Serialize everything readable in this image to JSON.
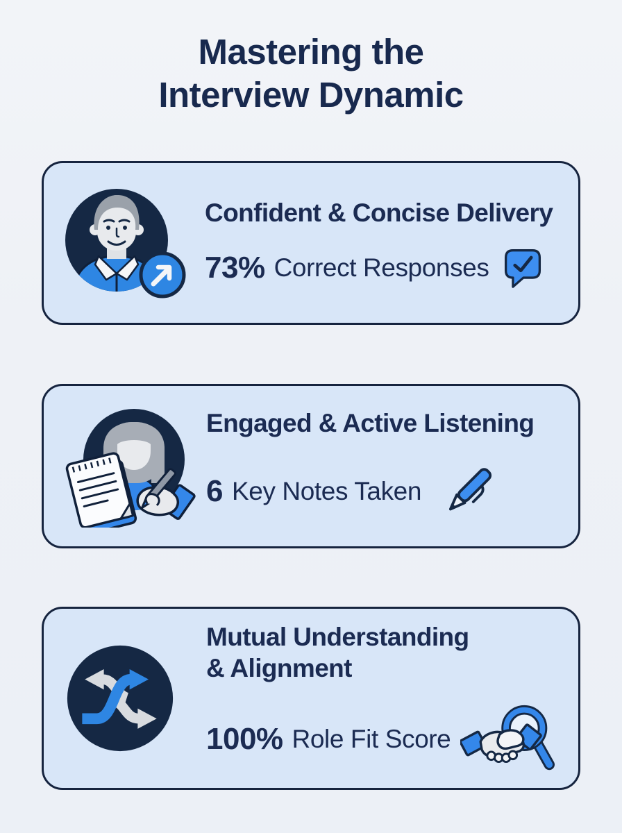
{
  "page": {
    "title_line1": "Mastering the",
    "title_line2": "Interview Dynamic"
  },
  "cards": [
    {
      "heading": "Confident & Concise Delivery",
      "stat_value": "73%",
      "stat_label": "Correct Responses",
      "avatar_icon": "man-progress-avatar-icon",
      "stat_icon": "chat-check-icon"
    },
    {
      "heading": "Engaged & Active Listening",
      "stat_value": "6",
      "stat_label": "Key Notes Taken",
      "avatar_icon": "woman-taking-notes-avatar-icon",
      "stat_icon": "pen-icon"
    },
    {
      "heading": "Mutual Understanding & Alignment",
      "stat_value": "100%",
      "stat_label": "Role Fit Score",
      "avatar_icon": "shuffle-arrows-icon",
      "stat_icon": "handshake-magnifier-icon"
    }
  ],
  "colors": {
    "page_bg": "#eef1f6",
    "card_bg": "#d8e6f8",
    "card_border": "#16243f",
    "title_text": "#18294e",
    "body_text": "#1b2b52",
    "accent_blue": "#2e86e3",
    "bubble_blue": "#3d8ef0",
    "navy_circle": "#152844",
    "gray_light": "#e8eaed",
    "hair_gray": "#9aa1aa",
    "arrow_gray": "#d8dbdf"
  }
}
